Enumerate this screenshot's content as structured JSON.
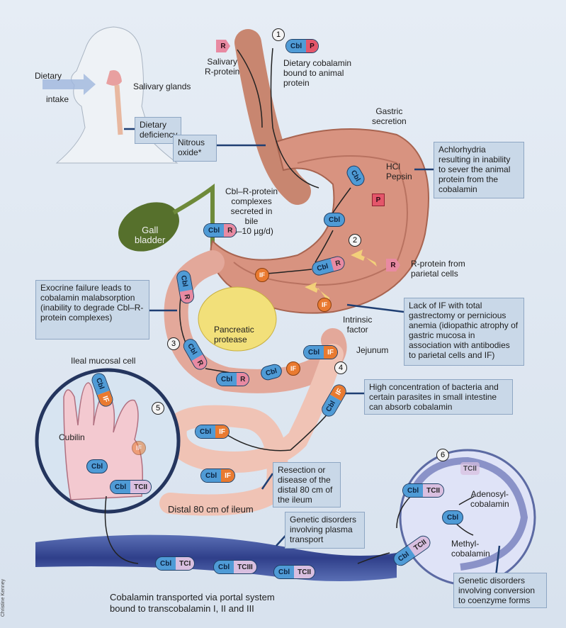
{
  "steps": {
    "s1": "1",
    "s2": "2",
    "s3": "3",
    "s4": "4",
    "s5": "5",
    "s6": "6"
  },
  "tags": {
    "cbl": "Cbl",
    "p": "P",
    "r": "R",
    "if": "IF",
    "tci": "TCI",
    "tcii": "TCII",
    "tciii": "TCIII"
  },
  "labels": {
    "dietary_intake_1": "Dietary",
    "dietary_intake_2": "intake",
    "salivary_glands": "Salivary glands",
    "salivary_r_1": "Salivary",
    "salivary_r_2": "R-protein",
    "dietary_cbl_1": "Dietary cobalamin",
    "dietary_cbl_2": "bound to animal",
    "dietary_cbl_3": "protein",
    "gastric_1": "Gastric",
    "gastric_2": "secretion",
    "hcl": "HCl",
    "pepsin": "Pepsin",
    "bile_1": "Cbl–R-protein",
    "bile_2": "complexes",
    "bile_3": "secreted in",
    "bile_4": "bile",
    "bile_5": "(5–10 µg/d)",
    "gall": "Gall",
    "bladder": "bladder",
    "r_parietal_1": "R-protein from",
    "r_parietal_2": "parietal cells",
    "intrinsic_1": "Intrinsic",
    "intrinsic_2": "factor",
    "pancreatic": "Pancreatic",
    "protease": "protease",
    "jejunum": "Jejunum",
    "ileal_cell": "Ileal mucosal cell",
    "cubilin": "Cubilin",
    "distal_ileum": "Distal 80 cm of ileum",
    "adenosyl_1": "Adenosyl-",
    "adenosyl_2": "cobalamin",
    "methyl_1": "Methyl-",
    "methyl_2": "cobalamin",
    "portal_1": "Cobalamin transported via portal system",
    "portal_2": "bound to transcobalamin I, II and III"
  },
  "callouts": {
    "dietary_deficiency": "Dietary deficiency",
    "nitrous_1": "Nitrous",
    "nitrous_2": "oxide*",
    "achlorhydria": "Achlorhydria resulting in inability to sever the animal protein from the cobalamin",
    "exocrine": "Exocrine failure leads to cobalamin malabsorption (inability to degrade Cbl–R-protein complexes)",
    "lack_of_if": "Lack of IF with total gastrectomy or pernicious anemia (idiopathic atrophy of gastric mucosa in association with antibodies to parietal cells and IF)",
    "bacteria": "High concentration of bacteria and certain parasites in small intestine can absorb cobalamin",
    "resection": "Resection or disease of the distal 80 cm of the ileum",
    "genetic_transport": "Genetic disorders involving plasma transport",
    "genetic_conversion": "Genetic disorders involving conversion to coenzyme forms"
  },
  "credit": "Christine Kenney"
}
